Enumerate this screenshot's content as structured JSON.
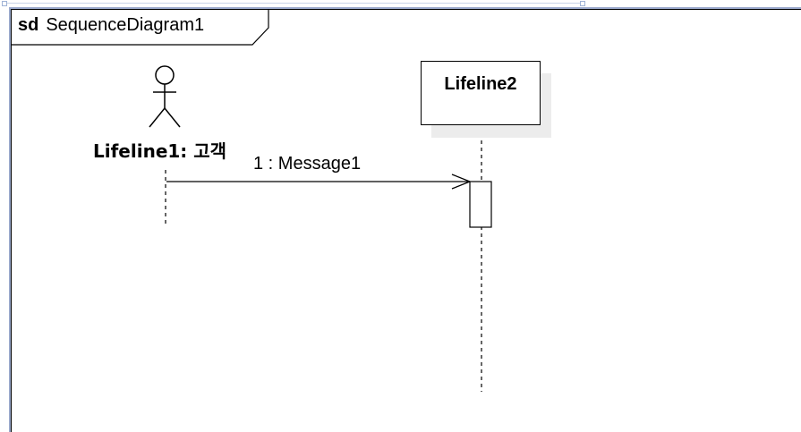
{
  "frame": {
    "keyword": "sd",
    "name": "SequenceDiagram1"
  },
  "lifelines": [
    {
      "label": "Lifeline1: 고객",
      "kind": "actor-icon"
    },
    {
      "label": "Lifeline2",
      "kind": "object-box"
    }
  ],
  "messages": [
    {
      "label": "1 : Message1",
      "from": "Lifeline1: 고객",
      "to": "Lifeline2"
    }
  ],
  "colors": {
    "frame_border": "#9aa9cc",
    "selection_handle": "#9fb3d6",
    "shadow": "#ececec",
    "line": "#000000"
  }
}
